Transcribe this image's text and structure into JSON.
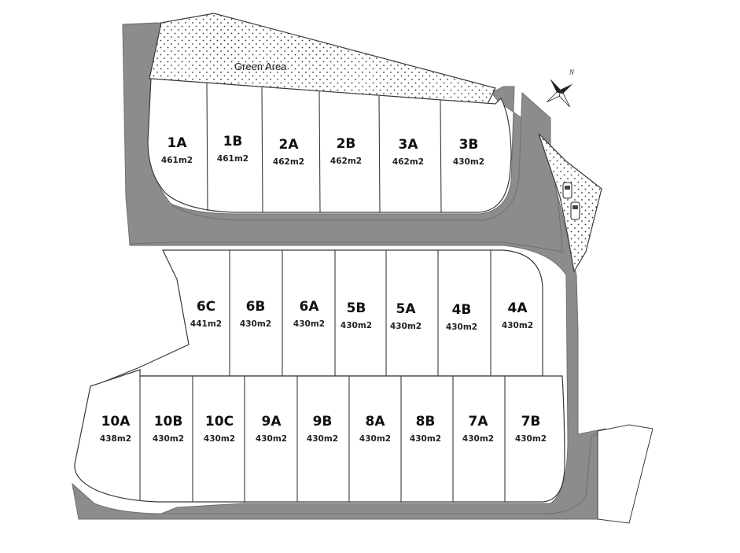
{
  "green_area": {
    "label": "Green Area"
  },
  "compass": {
    "north_label": "N",
    "icon": "compass-rose-icon"
  },
  "lots": [
    {
      "name": "1A",
      "area": "461m2"
    },
    {
      "name": "1B",
      "area": "461m2"
    },
    {
      "name": "2A",
      "area": "462m2"
    },
    {
      "name": "2B",
      "area": "462m2"
    },
    {
      "name": "3A",
      "area": "462m2"
    },
    {
      "name": "3B",
      "area": "430m2"
    },
    {
      "name": "6C",
      "area": "441m2"
    },
    {
      "name": "6B",
      "area": "430m2"
    },
    {
      "name": "6A",
      "area": "430m2"
    },
    {
      "name": "5B",
      "area": "430m2"
    },
    {
      "name": "5A",
      "area": "430m2"
    },
    {
      "name": "4B",
      "area": "430m2"
    },
    {
      "name": "4A",
      "area": "430m2"
    },
    {
      "name": "10A",
      "area": "438m2"
    },
    {
      "name": "10B",
      "area": "430m2"
    },
    {
      "name": "10C",
      "area": "430m2"
    },
    {
      "name": "9A",
      "area": "430m2"
    },
    {
      "name": "9B",
      "area": "430m2"
    },
    {
      "name": "8A",
      "area": "430m2"
    },
    {
      "name": "8B",
      "area": "430m2"
    },
    {
      "name": "7A",
      "area": "430m2"
    },
    {
      "name": "7B",
      "area": "430m2"
    }
  ],
  "colors": {
    "road": "#8c8c8c",
    "lot_fill": "#ffffff",
    "lot_outline": "#3a3a3a"
  },
  "parking_icon": "parked-car-icon"
}
